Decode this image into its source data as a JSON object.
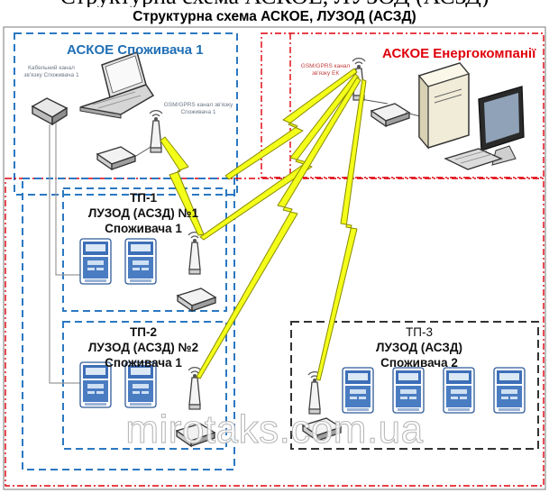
{
  "cropped_heading": "Структурна схема АСКОЕ, ЛУЗОД (АСЗД)",
  "title": "Структурна схема АСКОЕ, ЛУЗОД (АСЗД)",
  "consumer_system": {
    "label": "АСКОЕ Споживача 1",
    "cable_channel_label": "Кабельний канал зв'язку Споживача 1",
    "gsm_channel_label": "GSM/GPRS канал зв'язку Споживача 1"
  },
  "company_system": {
    "label": "АСКОЕ Енергокомпанії",
    "gsm_channel_label": "GSM/GPRS канал зв'язку ЕК"
  },
  "substations": [
    {
      "line1": "ТП-1",
      "line2": "ЛУЗОД (АСЗД) №1",
      "line3": "Споживача 1"
    },
    {
      "line1": "ТП-2",
      "line2": "ЛУЗОД (АСЗД) №2",
      "line3": "Споживача 1"
    },
    {
      "line1": "ТП-3",
      "line2": "ЛУЗОД (АСЗД)",
      "line3": "Споживача 2"
    }
  ],
  "watermark": "mirotaks.com.ua",
  "colors": {
    "consumer_frame": "#2b78c2",
    "company_frame": "#e0000b",
    "tp_frame": "#2b78c2",
    "tp3_frame": "#333333",
    "lightning": "#f3ff1a",
    "meter_body": "#3d6fb8"
  }
}
